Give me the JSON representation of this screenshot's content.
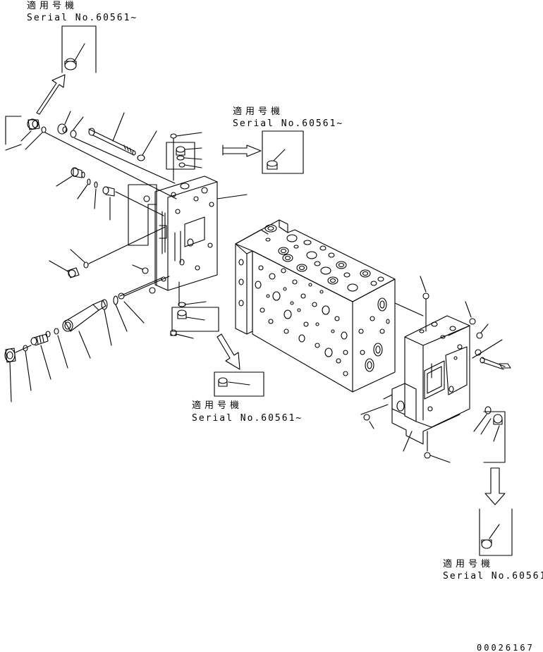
{
  "callouts": [
    {
      "id": "top-left",
      "applicable_label": "適用号機",
      "serial_label": "Serial No.60561~"
    },
    {
      "id": "top-center",
      "applicable_label": "適用号機",
      "serial_label": "Serial No.60561~"
    },
    {
      "id": "bottom-center",
      "applicable_label": "適用号機",
      "serial_label": "Serial No.60561~"
    },
    {
      "id": "bottom-right",
      "applicable_label": "適用号機",
      "serial_label": "Serial No.60561~"
    }
  ],
  "drawing_code": "00026167",
  "colors": {
    "line": "#000000",
    "background": "#ffffff"
  }
}
